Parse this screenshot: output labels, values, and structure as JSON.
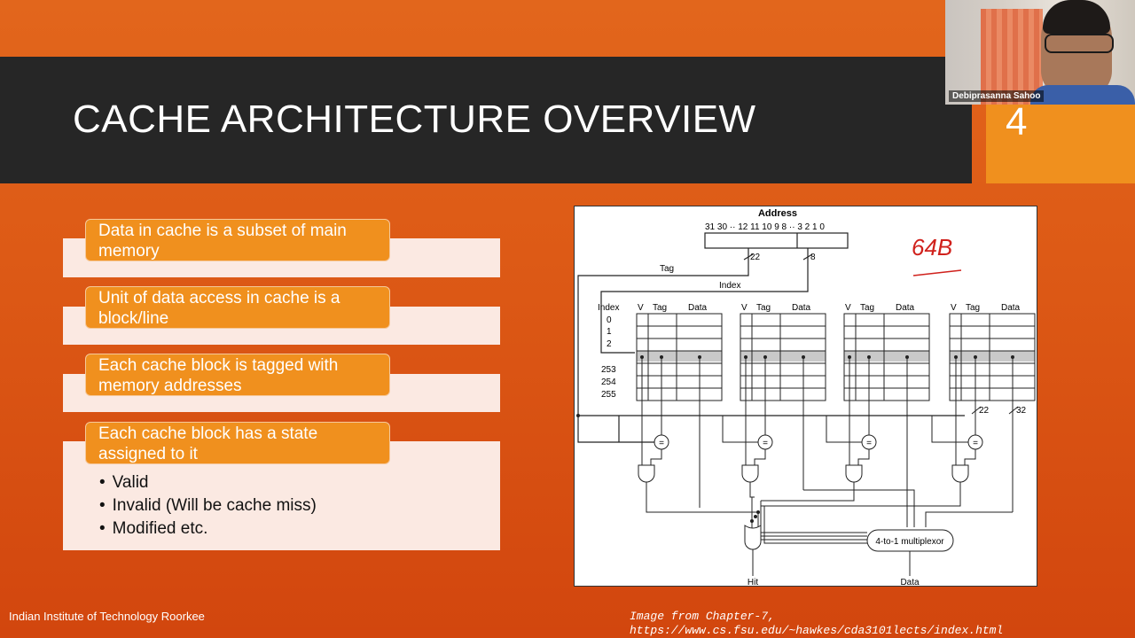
{
  "slide": {
    "title": "CACHE ARCHITECTURE OVERVIEW",
    "number": "4",
    "points": [
      "Data in cache is a subset of main memory",
      "Unit of data access in cache is a block/line",
      "Each cache block is tagged with memory addresses",
      "Each cache block has a state assigned to it"
    ],
    "state_items": [
      "Valid",
      "Invalid (Will be cache miss)",
      "Modified etc."
    ],
    "footer": "Indian Institute of Technology Roorkee",
    "credit_line1": "Image from Chapter-7,",
    "credit_line2": "https://www.cs.fsu.edu/~hawkes/cda3101lects/index.html"
  },
  "video": {
    "participant_name": "Debiprasanna Sahoo"
  },
  "diagram": {
    "address_label": "Address",
    "address_bits": "31 30 ·· 12 11 10 9 8 ·· 3 2 1 0",
    "tag_label": "Tag",
    "index_label": "Index",
    "tag_width": "22",
    "index_width": "8",
    "col_index": "Index",
    "col_v": "V",
    "col_tag": "Tag",
    "col_data": "Data",
    "rows_top": [
      "0",
      "1",
      "2"
    ],
    "rows_bottom": [
      "253",
      "254",
      "255"
    ],
    "bus_tag": "22",
    "bus_data": "32",
    "comparator": "=",
    "mux_label": "4-to-1 multiplexor",
    "hit_label": "Hit",
    "data_out_label": "Data",
    "handwriting": "64B"
  }
}
